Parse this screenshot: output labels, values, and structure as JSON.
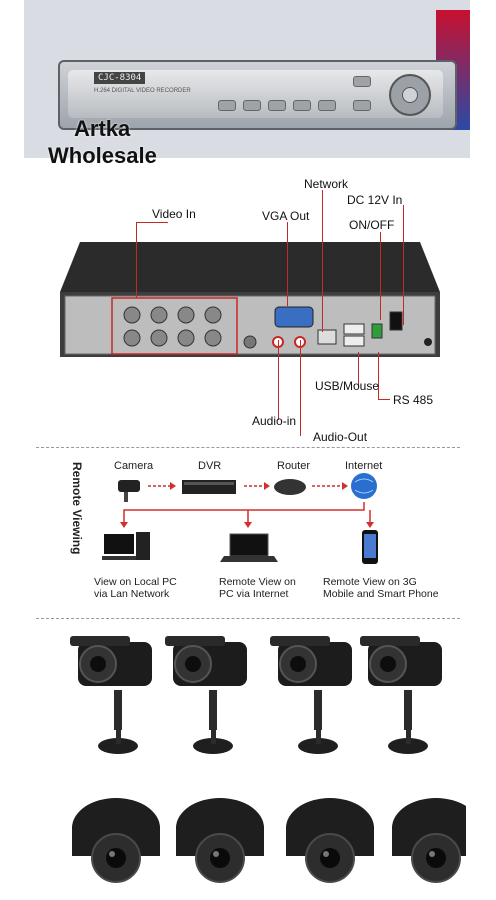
{
  "front_photo": {
    "model": "CJC-8304",
    "subtitle": "H.264 DIGITAL VIDEO RECORDER",
    "watermark": [
      "Artka",
      "Wholesale"
    ]
  },
  "rear_labels": {
    "video_in": "Video In",
    "vga_out": "VGA Out",
    "network": "Network",
    "dc_in": "DC 12V In",
    "on_off": "ON/OFF",
    "usb_mouse": "USB/Mouse",
    "rs485": "RS 485",
    "audio_in": "Audio-in",
    "audio_out": "Audio-Out"
  },
  "remote": {
    "heading": "Remote Viewing",
    "chain": [
      "Camera",
      "DVR",
      "Router",
      "Internet"
    ],
    "captions": [
      [
        "View on Local PC",
        "via Lan Network"
      ],
      [
        "Remote View on",
        "PC via Internet"
      ],
      [
        "Remote View on 3G",
        "Mobile and Smart Phone"
      ]
    ]
  }
}
